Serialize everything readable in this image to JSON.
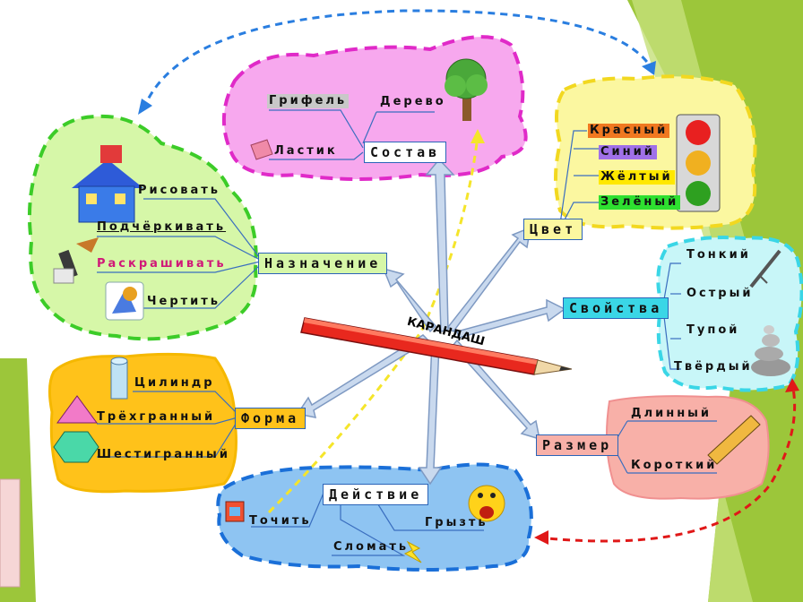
{
  "center": "КАРАНДАШ",
  "hubs": {
    "sostav": "Состав",
    "naznachenie": "Назначение",
    "cvet": "Цвет",
    "svoistva": "Свойства",
    "forma": "Форма",
    "razmer": "Размер",
    "deistvie": "Действие"
  },
  "leaves": {
    "grifel": "Грифель",
    "derevo": "Дерево",
    "lastik": "Ластик",
    "risovat": "Рисовать",
    "podcherkivat": "Подчёркивать",
    "raskrashivat": "Раскрашивать",
    "chertit": "Чертить",
    "krasny": "Красный",
    "siniy": "Синий",
    "zhelty": "Жёлтый",
    "zeleny": "Зелёный",
    "tonkiy": "Тонкий",
    "ostry": "Острый",
    "tupoy": "Тупой",
    "tverdy": "Твёрдый",
    "cilindr": "Цилиндр",
    "trehgranny": "Трёхгранный",
    "shestigranny": "Шестигранный",
    "dlinny": "Длинный",
    "korotkiy": "Короткий",
    "tochit": "Точить",
    "gryzt": "Грызть",
    "slomat": "Сломать"
  },
  "colors": {
    "pink_cloud": "#f7a8ee",
    "pink_border": "#e02ac8",
    "green_cloud": "#d6f7a8",
    "green_border": "#3ccc28",
    "yellow_cloud": "#fbf7a0",
    "yellow_border": "#f2d820",
    "cyan_cloud": "#c8f6f8",
    "cyan_border": "#3ad6e6",
    "orange_cloud": "#ffc21a",
    "salmon_cloud": "#f8b0a8",
    "blue_cloud": "#8ec4f2",
    "blue_border": "#1a6fd8",
    "arrow_fill": "#c9d9ee",
    "arrow_stroke": "#7e99c2",
    "green_bg": "#9cc63a"
  }
}
